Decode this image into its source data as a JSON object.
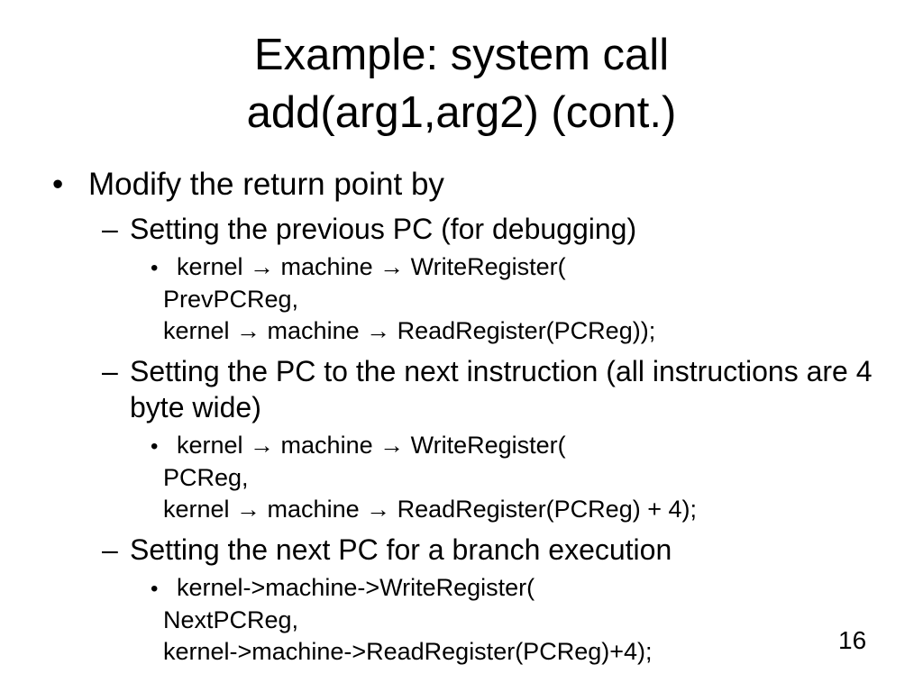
{
  "slide": {
    "title_lines": [
      "Example: system call",
      "add(arg1,arg2) (cont.)"
    ],
    "bullets": [
      {
        "level": 1,
        "marker": "•",
        "text": "Modify the return point by"
      },
      {
        "level": 2,
        "marker": "–",
        "text": "Setting the previous PC (for debugging)"
      },
      {
        "level": 3,
        "marker": "•",
        "text": "kernel → machine → WriteRegister("
      },
      {
        "level": 3,
        "marker": "",
        "text": "PrevPCReg,"
      },
      {
        "level": 3,
        "marker": "",
        "text": "kernel → machine → ReadRegister(PCReg));"
      },
      {
        "level": 2,
        "marker": "–",
        "text": "Setting the PC to the next instruction (all instructions are 4 byte wide)"
      },
      {
        "level": 3,
        "marker": "•",
        "text": "kernel → machine → WriteRegister("
      },
      {
        "level": 3,
        "marker": "",
        "text": "PCReg,"
      },
      {
        "level": 3,
        "marker": "",
        "text": "kernel → machine → ReadRegister(PCReg) + 4);"
      },
      {
        "level": 2,
        "marker": "–",
        "text": "Setting the next PC for a branch execution"
      },
      {
        "level": 3,
        "marker": "•",
        "text": "kernel->machine->WriteRegister("
      },
      {
        "level": 3,
        "marker": "",
        "text": "NextPCReg,"
      },
      {
        "level": 3,
        "marker": "",
        "text": "kernel->machine->ReadRegister(PCReg)+4);"
      }
    ],
    "page_number": "16"
  }
}
